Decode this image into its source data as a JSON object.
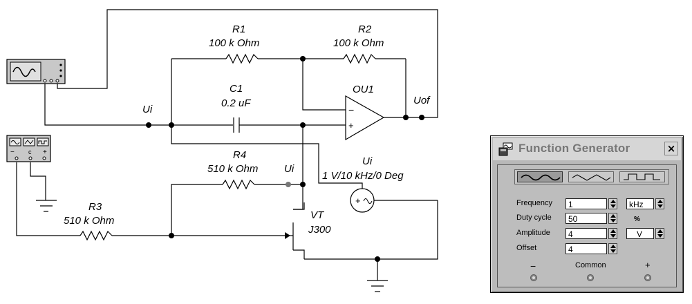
{
  "circuit": {
    "r1_name": "R1",
    "r1_value": "100 k Ohm",
    "r2_name": "R2",
    "r2_value": "100 k Ohm",
    "c1_name": "C1",
    "c1_value": "0.2 uF",
    "opamp_name": "OU1",
    "output_label": "Uof",
    "input_label": "Ui",
    "r4_name": "R4",
    "r4_value": "510 k Ohm",
    "ui_label_mid": "Ui",
    "source_name": "Ui",
    "source_value": "1 V/10 kHz/0 Deg",
    "r3_name": "R3",
    "r3_value": "510 k Ohm",
    "transistor_name": "VT",
    "transistor_type": "J300"
  },
  "function_generator": {
    "title": "Function Generator",
    "close_label": "×",
    "waveforms": [
      {
        "name": "sine",
        "selected": true
      },
      {
        "name": "triangle",
        "selected": false
      },
      {
        "name": "square",
        "selected": false
      }
    ],
    "frequency_label": "Frequency",
    "frequency_value": "1",
    "frequency_unit": "kHz",
    "duty_label": "Duty cycle",
    "duty_value": "50",
    "duty_unit": "%",
    "amplitude_label": "Amplitude",
    "amplitude_value": "4",
    "amplitude_unit": "V",
    "offset_label": "Offset",
    "offset_value": "4",
    "terminal_minus": "−",
    "terminal_common": "Common",
    "terminal_plus": "+"
  }
}
